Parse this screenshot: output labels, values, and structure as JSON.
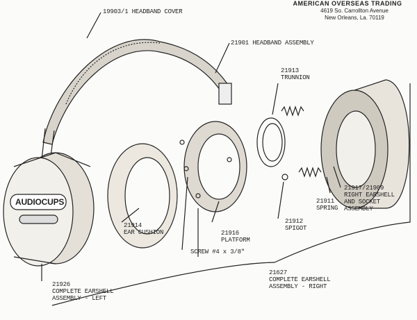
{
  "letterhead": {
    "company": "AMERICAN OVERSEAS TRADING",
    "address_line1": "4619 So. Carrollton Avenue",
    "address_line2": "New Orleans, La. 70119"
  },
  "logo_text": "AUDIOCUPS",
  "parts": [
    {
      "number": "19903/1",
      "name": "HEADBAND COVER"
    },
    {
      "number": "21901",
      "name": "HEADBAND ASSEMBLY"
    },
    {
      "number": "21913",
      "name": "TRUNNION"
    },
    {
      "number": "21917/21909",
      "name": "RIGHT EARSHELL AND SOCKET ASSEMBLY",
      "line2": "RIGHT EARSHELL",
      "line3": "AND SOCKET",
      "line4": "ASSEMBLY"
    },
    {
      "number": "21911",
      "name": "SPRING"
    },
    {
      "number": "21912",
      "name": "SPIGOT"
    },
    {
      "number": "21914",
      "name": "EAR CUSHION"
    },
    {
      "number": "21916",
      "name": "PLATFORM"
    },
    {
      "number": "",
      "name": "SCREW #4 x 3/8\""
    },
    {
      "number": "21627",
      "name": "COMPLETE EARSHELL",
      "line2": "ASSEMBLY - RIGHT"
    },
    {
      "number": "21926",
      "name": "COMPLETE EARSHELL",
      "line2": "ASSEMBLY - LEFT"
    }
  ]
}
